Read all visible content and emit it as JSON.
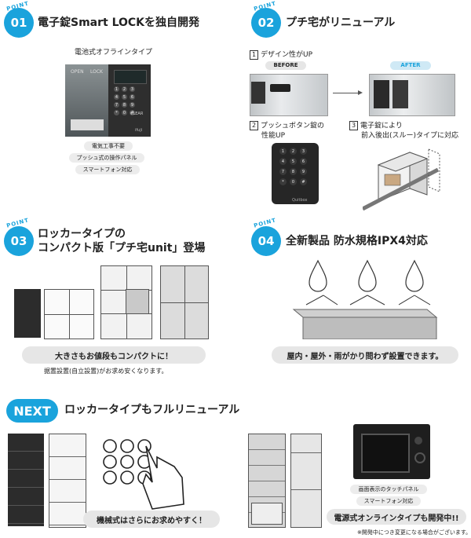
{
  "point_label": "POINT",
  "p1": {
    "num": "01",
    "title": "電子錠Smart LOCKを独自開発",
    "subtitle": "電池式オフラインタイプ",
    "panel_open": "OPEN",
    "panel_lock": "LOCK",
    "keypad": [
      "1",
      "2",
      "3",
      "4",
      "5",
      "6",
      "7",
      "8",
      "9",
      "*",
      "0",
      "#"
    ],
    "keypad_keys": [
      "1",
      "2",
      "3",
      "4",
      "5",
      "6",
      "7",
      "8",
      "9",
      "*",
      "0",
      "#"
    ],
    "clear_key": "CLEAR",
    "brand": "ifuji",
    "pills": [
      "電気工事不要",
      "プッシュ式の操作パネル",
      "スマートフォン対応"
    ]
  },
  "p2": {
    "num": "02",
    "title": "プチ宅がリニューアル",
    "item1_num": "1",
    "item1": "デザイン性がUP",
    "before": "BEFORE",
    "after": "AFTER",
    "item2_num": "2",
    "item2_line1": "プッシュボタン錠の",
    "item2_line2": "性能UP",
    "item3_num": "3",
    "item3_line1": "電子錠により",
    "item3_line2": "前入後出(スルー)タイプに対応",
    "keypad2_brand": "Quitbox",
    "keypad2_keys": [
      "1",
      "2",
      "3",
      "4",
      "5",
      "6",
      "7",
      "8",
      "9",
      "*",
      "0",
      "#"
    ]
  },
  "p3": {
    "num": "03",
    "title_line1": "ロッカータイプの",
    "title_line2": "コンパクト版「プチ宅unit」登場",
    "pill": "大きさもお値段もコンパクトに！",
    "note": "据置設置(自立設置)がお求め安くなります。"
  },
  "p4": {
    "num": "04",
    "title": "全新製品 防水規格IPX4対応",
    "pill": "屋内・屋外・雨がかり問わず設置できます。"
  },
  "next": {
    "badge": "NEXT",
    "title": "ロッカータイプもフルリニューアル",
    "left_pill": "機械式はさらにお求めやすく！",
    "right_pills": [
      "画面表示のタッチパネル",
      "スマートフォン対応"
    ],
    "right_big": "電源式オンラインタイプも開発中!!",
    "footnote": "※開発中につき変更になる場合がございます。"
  },
  "colors": {
    "accent": "#1aa3dc"
  }
}
